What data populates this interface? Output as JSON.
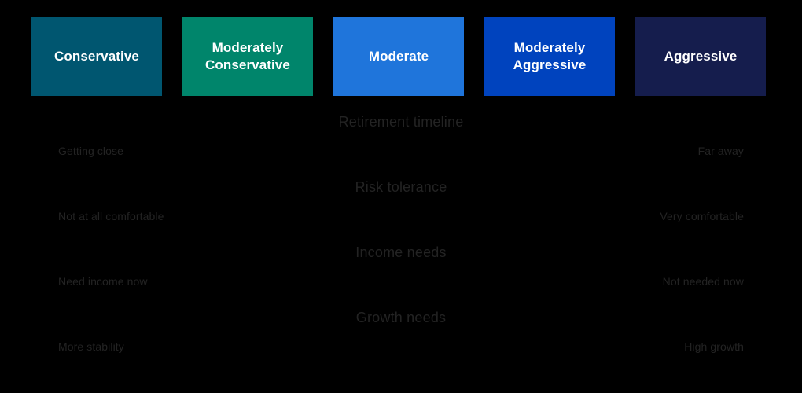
{
  "background_color": "#000000",
  "profiles": {
    "items": [
      {
        "label": "Conservative",
        "color": "#005670",
        "text_color": "#ffffff"
      },
      {
        "label": "Moderately\nConservative",
        "color": "#00856b",
        "text_color": "#ffffff"
      },
      {
        "label": "Moderate",
        "color": "#1f75db",
        "text_color": "#ffffff"
      },
      {
        "label": "Moderately\nAggressive",
        "color": "#0043be",
        "text_color": "#ffffff"
      },
      {
        "label": "Aggressive",
        "color": "#151d4d",
        "text_color": "#ffffff"
      }
    ]
  },
  "factors": {
    "label_color": "#232323",
    "items": [
      {
        "title": "Retirement timeline",
        "left_label": "Getting close",
        "right_label": "Far away"
      },
      {
        "title": "Risk tolerance",
        "left_label": "Not at all comfortable",
        "right_label": "Very comfortable"
      },
      {
        "title": "Income needs",
        "left_label": "Need income now",
        "right_label": "Not needed now"
      },
      {
        "title": "Growth needs",
        "left_label": "More stability",
        "right_label": "High growth"
      }
    ]
  }
}
